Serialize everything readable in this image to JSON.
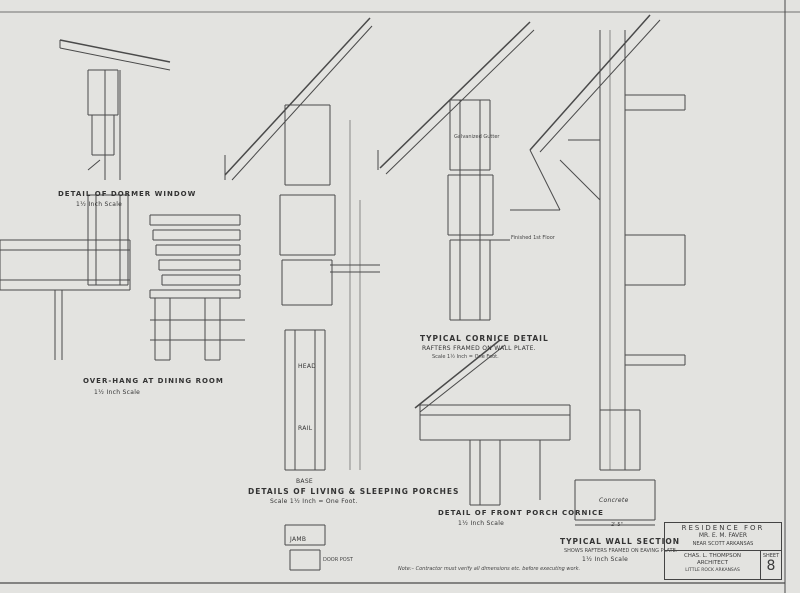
{
  "drawing": {
    "details": [
      {
        "title": "DETAIL OF DORMER WINDOW",
        "scale": "1½ Inch Scale"
      },
      {
        "title": "OVER-HANG AT DINING ROOM",
        "scale": "1½ Inch Scale"
      },
      {
        "title": "DETAILS OF LIVING & SLEEPING PORCHES",
        "scale": "Scale 1½ Inch = One Foot."
      },
      {
        "title": "TYPICAL CORNICE DETAIL",
        "subtitle": "RAFTERS FRAMED ON WALL PLATE.",
        "scale": "Scale 1½ Inch = One Foot."
      },
      {
        "title": "DETAIL OF FRONT PORCH CORNICE",
        "scale": "1½ Inch Scale"
      },
      {
        "title": "TYPICAL WALL SECTION",
        "subtitle": "SHOWS RAFTERS FRAMED ON EAVING PLATE.",
        "scale": "1½ Inch Scale"
      }
    ],
    "callouts": {
      "head": "HEAD",
      "rail": "RAIL",
      "base": "BASE",
      "jamb": "JAMB",
      "door_post": "DOOR POST",
      "gutter": "Galvanized Gutter",
      "finished_floor": "Finished 1st Floor",
      "concrete": "Concrete",
      "dim_2_5": "2'-5\""
    },
    "note": "Note:– Contractor must verify all dimensions etc. before executing work."
  },
  "title_block": {
    "line1": "RESIDENCE FOR",
    "line2": "MR. E. M. FAVER",
    "line3": "NEAR SCOTT ARKANSAS",
    "architect": "CHAS. L. THOMPSON",
    "architect_role": "ARCHITECT",
    "city": "LITTLE ROCK ARKANSAS",
    "sheet_label": "SHEET",
    "sheet_number": "8"
  }
}
